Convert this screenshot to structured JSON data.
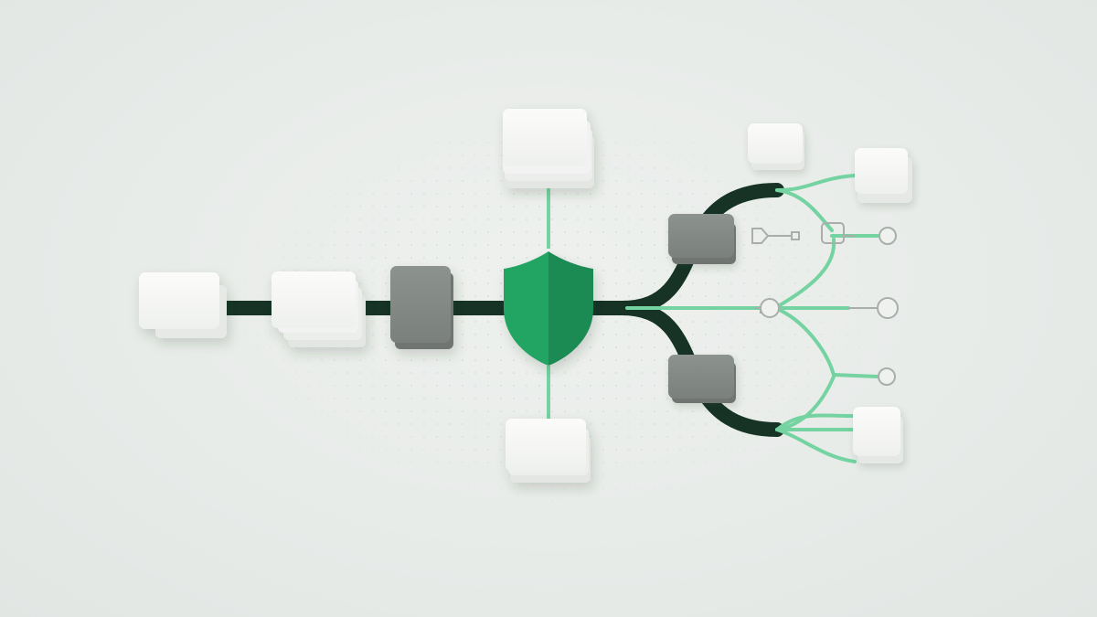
{
  "diagram": {
    "colors": {
      "background": "#e8ece9",
      "dot_grid": "#cdd6d0",
      "pipe": "#163326",
      "branch": "#74d3a1",
      "outline_gray": "#a9aeab",
      "card_white": "#f7f8f7",
      "card_gray": "#868c88",
      "shield_light": "#22a564",
      "shield_dark": "#1a8a52"
    },
    "nodes": [
      {
        "name": "input-card-a",
        "kind": "white-card"
      },
      {
        "name": "input-card-b-stack",
        "kind": "white-card-stack"
      },
      {
        "name": "gray-processor",
        "kind": "gray-card"
      },
      {
        "name": "shield-icon",
        "kind": "shield"
      },
      {
        "name": "top-card-stack",
        "kind": "white-card-stack"
      },
      {
        "name": "bottom-card-stack",
        "kind": "white-card-stack"
      },
      {
        "name": "upper-gray-node",
        "kind": "gray-card"
      },
      {
        "name": "lower-gray-node",
        "kind": "gray-card"
      },
      {
        "name": "top-right-card",
        "kind": "white-card"
      },
      {
        "name": "right-card-upper",
        "kind": "white-card-stack"
      },
      {
        "name": "right-card-lower",
        "kind": "white-card-stack"
      },
      {
        "name": "key-icon-upper",
        "kind": "outline-key"
      },
      {
        "name": "lock-node-icon",
        "kind": "outline-lock"
      },
      {
        "name": "key-icon-middle",
        "kind": "outline-key"
      },
      {
        "name": "endpoint-icons",
        "kind": "outline-circle"
      }
    ]
  }
}
